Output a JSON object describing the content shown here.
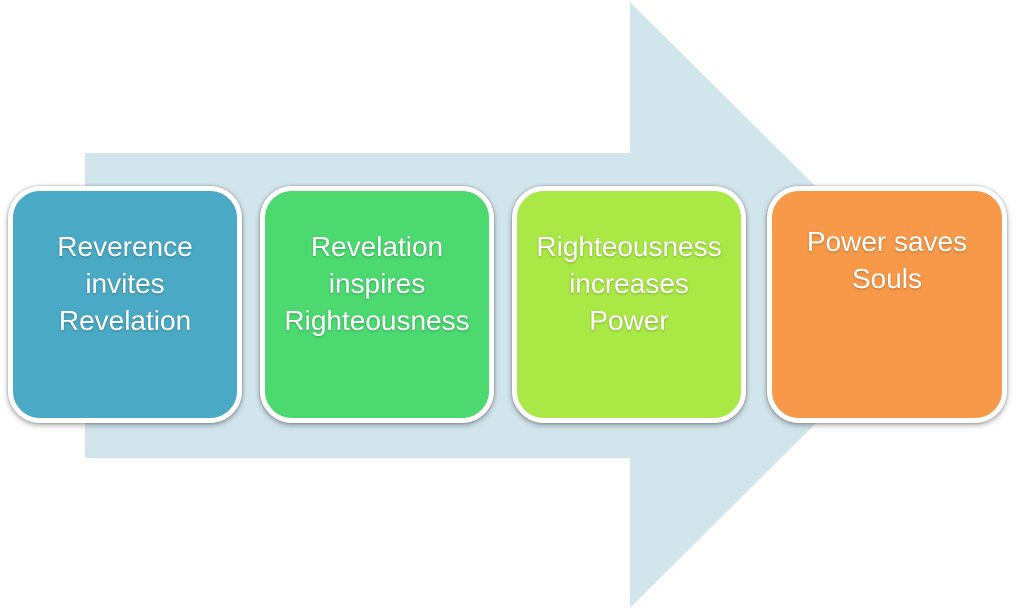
{
  "diagram": {
    "arrow_color": "#d2e4ec",
    "steps": [
      {
        "label": "Reverence\ninvites\nRevelation",
        "color": "#4aaac5"
      },
      {
        "label": "Revelation\ninspires\nRighteousness",
        "color": "#4bd970"
      },
      {
        "label": "Righteousness\nincreases\nPower",
        "color": "#a9e845"
      },
      {
        "label": "Power saves\nSouls",
        "color": "#f79948"
      }
    ]
  }
}
